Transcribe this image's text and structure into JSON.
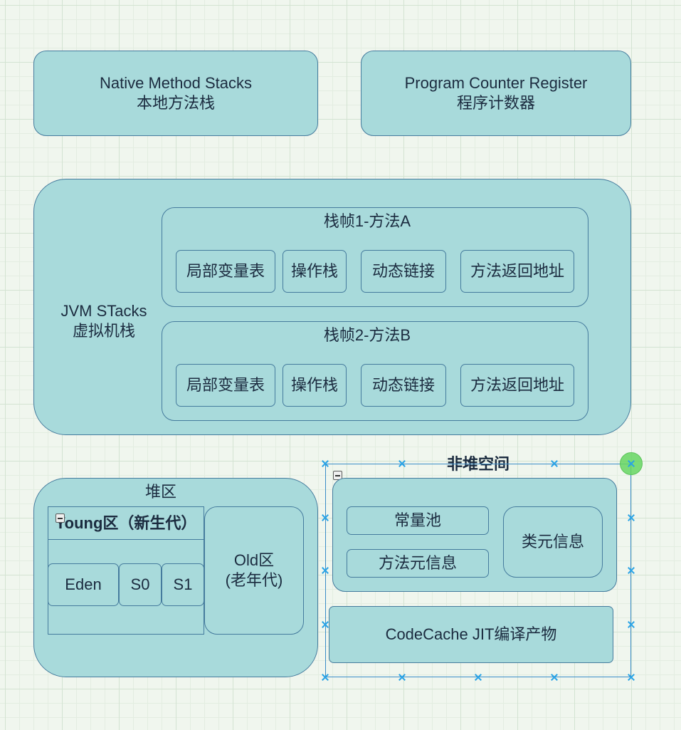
{
  "native_stacks": {
    "label": "Native Method Stacks\n本地方法栈"
  },
  "pc_register": {
    "label": "Program Counter Register\n程序计数器"
  },
  "jvm_stacks": {
    "label": "JVM STacks\n虚拟机栈",
    "frames": [
      {
        "title": "栈帧1-方法A",
        "items": [
          "局部变量表",
          "操作栈",
          "动态链接",
          "方法返回地址"
        ]
      },
      {
        "title": "栈帧2-方法B",
        "items": [
          "局部变量表",
          "操作栈",
          "动态链接",
          "方法返回地址"
        ]
      }
    ]
  },
  "heap": {
    "label": "堆区",
    "young": {
      "title": "Young区（新生代）",
      "eden": "Eden",
      "s0": "S0",
      "s1": "S1"
    },
    "old": "Old区\n(老年代)"
  },
  "non_heap": {
    "title": "非堆空间",
    "constant_pool": "常量池",
    "method_meta": "方法元信息",
    "class_meta": "类元信息",
    "code_cache": "CodeCache JIT编译产物"
  },
  "colors": {
    "fill": "#a8dadb",
    "stroke": "#457b9d",
    "selection": "#29a3e6",
    "rotate_handle": "#66d662"
  }
}
